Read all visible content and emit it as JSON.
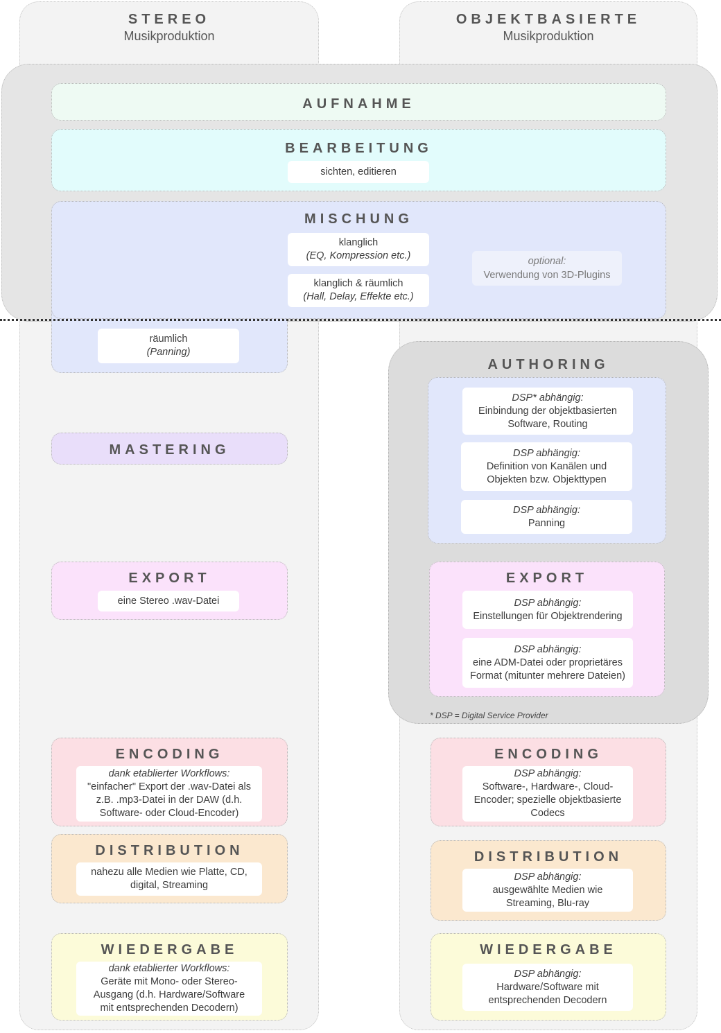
{
  "columns": {
    "stereo": {
      "title": "STEREO",
      "subtitle": "Musikproduktion"
    },
    "object": {
      "title": "OBJEKTBASIERTE",
      "subtitle": "Musikproduktion"
    }
  },
  "shared": {
    "aufnahme": {
      "title": "AUFNAHME"
    },
    "bearbeitung": {
      "title": "BEARBEITUNG",
      "item": "sichten, editieren"
    },
    "mischung": {
      "title": "MISCHUNG",
      "item1": {
        "line1": "klanglich",
        "line2": "(EQ, Kompression etc.)"
      },
      "item2": {
        "line1": "klanglich & räumlich",
        "line2": "(Hall, Delay, Effekte etc.)"
      },
      "optional": {
        "line1": "optional:",
        "line2": "Verwendung von 3D-Plugins"
      }
    }
  },
  "stereo": {
    "raeumlich": {
      "line1": "räumlich",
      "line2": "(Panning)"
    },
    "mastering": {
      "title": "MASTERING"
    },
    "export": {
      "title": "EXPORT",
      "item": "eine Stereo .wav-Datei"
    },
    "encoding": {
      "title": "ENCODING",
      "lead": "dank etablierter Workflows:",
      "lines": [
        "\"einfacher\" Export der .wav-Datei als",
        "z.B. .mp3-Datei in der DAW (d.h.",
        "Software- oder Cloud-Encoder)"
      ]
    },
    "distribution": {
      "title": "DISTRIBUTION",
      "lines": [
        "nahezu alle Medien wie Platte, CD,",
        "digital, Streaming"
      ]
    },
    "wiedergabe": {
      "title": "WIEDERGABE",
      "lead": "dank etablierter Workflows:",
      "lines": [
        "Geräte mit Mono- oder Stereo-",
        "Ausgang (d.h. Hardware/Software",
        "mit entsprechenden Decodern)"
      ]
    }
  },
  "object": {
    "authoring": {
      "title": "AUTHORING",
      "item1": {
        "lead": "DSP* abhängig:",
        "lines": [
          "Einbindung der objektbasierten",
          "Software, Routing"
        ]
      },
      "item2": {
        "lead": "DSP abhängig:",
        "lines": [
          "Definition von Kanälen und",
          "Objekten bzw. Objekttypen"
        ]
      },
      "item3": {
        "lead": "DSP abhängig:",
        "lines": [
          "Panning"
        ]
      }
    },
    "export": {
      "title": "EXPORT",
      "item1": {
        "lead": "DSP abhängig:",
        "lines": [
          "Einstellungen für Objektrendering"
        ]
      },
      "item2": {
        "lead": "DSP abhängig:",
        "lines": [
          "eine ADM-Datei oder proprietäres",
          "Format (mitunter mehrere Dateien)"
        ]
      }
    },
    "footnote": "* DSP = Digital Service Provider",
    "encoding": {
      "title": "ENCODING",
      "lead": "DSP abhängig:",
      "lines": [
        "Software-, Hardware-, Cloud-",
        "Encoder; spezielle objektbasierte",
        "Codecs"
      ]
    },
    "distribution": {
      "title": "DISTRIBUTION",
      "lead": "DSP abhängig:",
      "lines": [
        "ausgewählte Medien wie",
        "Streaming, Blu-ray"
      ]
    },
    "wiedergabe": {
      "title": "WIEDERGABE",
      "lead": "DSP abhängig:",
      "lines": [
        "Hardware/Software mit",
        "entsprechenden Decodern"
      ]
    }
  },
  "colors": {
    "aufnahme": "#eefaf3",
    "bearbeitung": "#e2fcfc",
    "mischung": "#e1e7fb",
    "mastering": "#e9defa",
    "export": "#fbe2fb",
    "encoding": "#fcdfe4",
    "distribution": "#fbe8cf",
    "wiedergabe": "#fcfbd9"
  }
}
